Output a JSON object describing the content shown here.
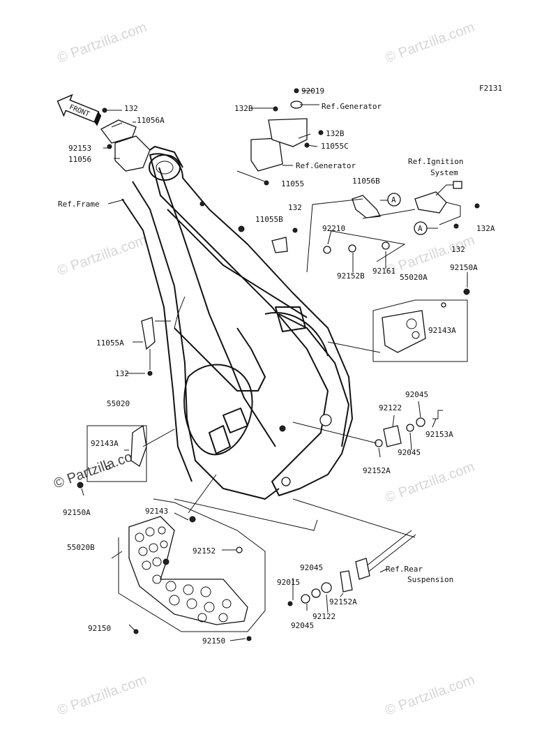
{
  "figure_code": "F2131",
  "front_label": "FRONT",
  "watermark": "© Partzilla.com",
  "callout_a": "A",
  "labels": {
    "p92019": "92019",
    "p132B_top": "132B",
    "ref_generator_1": "Ref.Generator",
    "p132_top": "132",
    "p11056A": "11056A",
    "p132B": "132B",
    "p11055C": "11055C",
    "p92153": "92153",
    "p11056": "11056",
    "ref_generator_2": "Ref.Generator",
    "p11055": "11055",
    "ref_ignition_1": "Ref.Ignition",
    "ref_ignition_2": "System",
    "ref_frame": "Ref.Frame",
    "p11056B": "11056B",
    "p132_mid": "132",
    "p11055B": "11055B",
    "p132A": "132A",
    "p92210": "92210",
    "p132_right": "132",
    "p92152B": "92152B",
    "p92161": "92161",
    "p92150A_right": "92150A",
    "p55020A": "55020A",
    "p92143A_right": "92143A",
    "p11055A": "11055A",
    "p132_left": "132",
    "p92045_a": "92045",
    "p92122_a": "92122",
    "p92153A": "92153A",
    "p92045_b": "92045",
    "p55020": "55020",
    "p92143A_left": "92143A",
    "p92152A_a": "92152A",
    "p92150A_left": "92150A",
    "p92143": "92143",
    "p55020B": "55020B",
    "p92152": "92152",
    "ref_rear_1": "Ref.Rear",
    "ref_rear_2": "Suspension",
    "p92045_c": "92045",
    "p92015": "92015",
    "p92152A_b": "92152A",
    "p92122_b": "92122",
    "p92045_d": "92045",
    "p92150_left": "92150",
    "p92150_bottom": "92150"
  }
}
